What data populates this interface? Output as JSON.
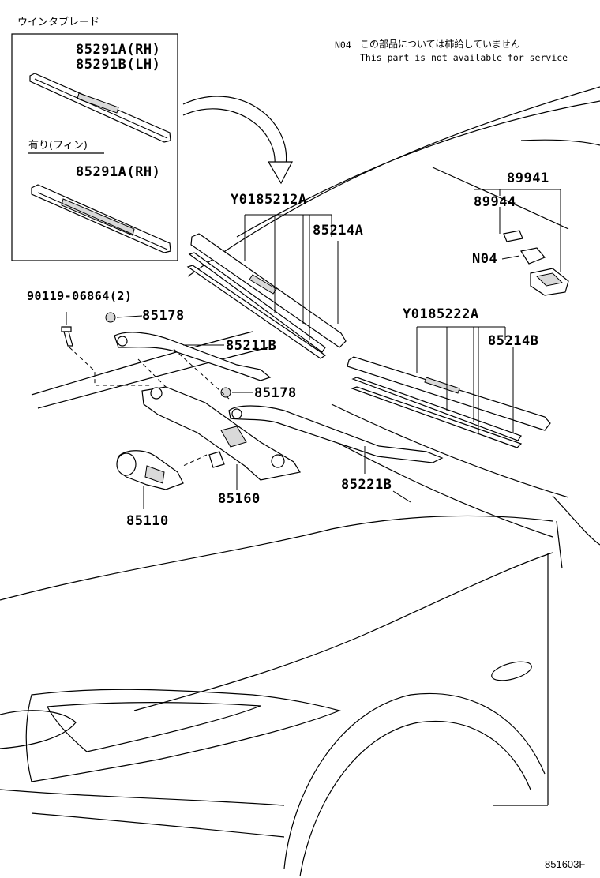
{
  "inset": {
    "title": "ウインタブレード",
    "top_part_rh": "85291A(RH)",
    "top_part_lh": "85291B(LH)",
    "fin_label": "有り(フィン)",
    "fin_part_rh": "85291A(RH)"
  },
  "note": {
    "code": "N04",
    "text_jp": "この部品については柿給していません",
    "text_en": "This part is not available for service"
  },
  "parts": {
    "p89941": "89941",
    "p89944": "89944",
    "pN04": "N04",
    "pY0185212A": "Y0185212A",
    "p85214A": "85214A",
    "p90119": "90119-06864(2)",
    "p85178a": "85178",
    "p85211B": "85211B",
    "p85178b": "85178",
    "pY0185222A": "Y0185222A",
    "p85214B": "85214B",
    "p85160": "85160",
    "p85110": "85110",
    "p85221B": "85221B"
  },
  "figure_code": "851603F"
}
